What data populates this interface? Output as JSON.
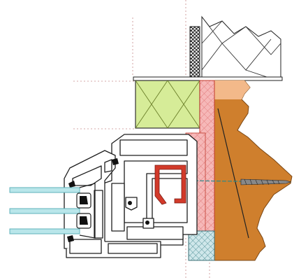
{
  "diagram": {
    "kind": "window-frame-installation-section",
    "components": [
      "triple-glazing-unit",
      "pvc-window-profile",
      "steel-reinforcement",
      "xps-insulation-board",
      "sealing-tape-membrane",
      "masonry-wall",
      "loose-insulation-fill",
      "window-sill-board",
      "frame-anchor-screw",
      "dashed-reference-lines"
    ],
    "colors": {
      "glass": "#b9e6ea",
      "glass_edge": "#5fb3bb",
      "xps": "#d6ec98",
      "tape": "#f6b8b8",
      "tape_hatch": "#e07a7a",
      "masonry": "#cf7f2d",
      "masonry_light": "#f3b98a",
      "foam_fill": "#cfe7ea",
      "reinforcement": "#d23a2a",
      "line": "#222222",
      "guide": "#c78a8a"
    }
  }
}
